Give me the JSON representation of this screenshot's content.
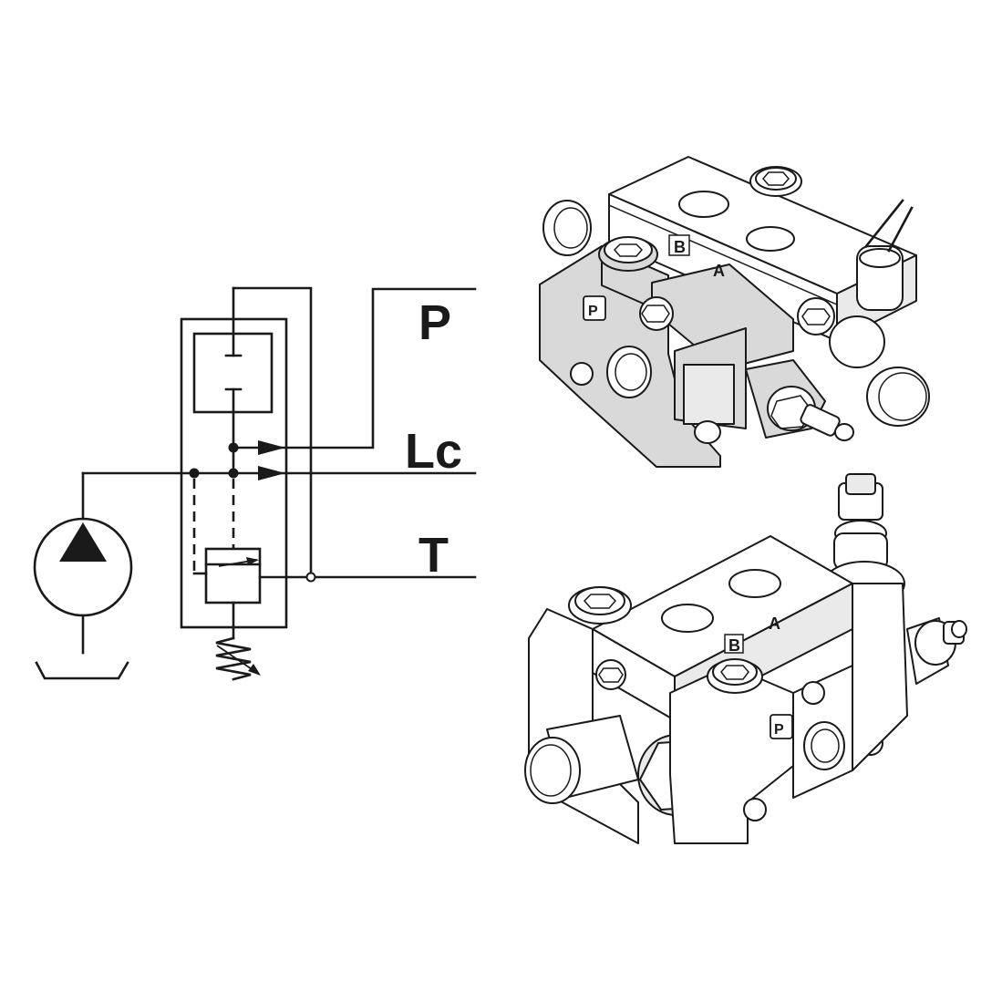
{
  "schematic": {
    "ports": {
      "p": "P",
      "lc": "Lc",
      "t": "T"
    }
  },
  "valve_top": {
    "port_b": "B",
    "port_a": "A",
    "port_p": "P"
  },
  "valve_bottom": {
    "port_b": "B",
    "port_a": "A",
    "port_p": "P"
  }
}
